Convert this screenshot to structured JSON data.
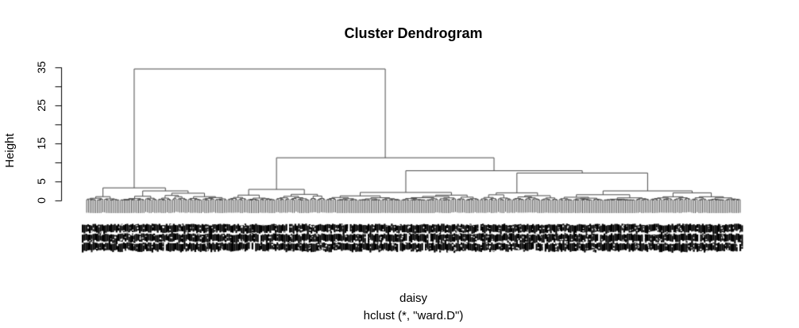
{
  "figure": {
    "background": "#ffffff"
  },
  "chart_data": {
    "type": "dendrogram",
    "title": "Cluster Dendrogram",
    "ylabel": "Height",
    "xlabel_lines": [
      "daisy",
      "hclust (*, \"ward.D\")"
    ],
    "y_axis": {
      "range": [
        0,
        35
      ],
      "ticks": [
        0,
        5,
        10,
        15,
        20,
        25,
        30,
        35
      ],
      "labeled_ticks": [
        0,
        5,
        15,
        25,
        35
      ]
    },
    "root_height": 34.5,
    "leaf_count": 366,
    "hang_units": 3.45,
    "leaf_labels_legible": false,
    "label_band_rows": 3,
    "seed": 42,
    "colors": {
      "background": "#ffffff",
      "lines": "#4a4a4a",
      "axis": "#000000",
      "label_band": "#000000",
      "text": "#000000"
    },
    "tree": {
      "h": 34.5,
      "c": [
        {
          "h": 3.3,
          "c": [
            {
              "leaves": 19,
              "h": 1.0
            },
            {
              "h": 2.5,
              "c": [
                {
                  "leaves": 21,
                  "h": 1.1
                },
                {
                  "leaves": 39,
                  "h": 1.9
                }
              ]
            }
          ]
        },
        {
          "h": 11.2,
          "c": [
            {
              "h": 2.9,
              "c": [
                {
                  "leaves": 27,
                  "h": 1.4
                },
                {
                  "leaves": 28,
                  "h": 1.6
                }
              ]
            },
            {
              "h": 7.8,
              "c": [
                {
                  "h": 2.1,
                  "c": [
                    {
                      "leaves": 42,
                      "h": 1.2
                    },
                    {
                      "leaves": 44,
                      "h": 1.4
                    }
                  ]
                },
                {
                  "h": 7.2,
                  "c": [
                    {
                      "leaves": 44,
                      "h": 2.0
                    },
                    {
                      "h": 2.5,
                      "c": [
                        {
                          "leaves": 51,
                          "h": 1.5
                        },
                        {
                          "leaves": 51,
                          "h": 2.0
                        }
                      ]
                    }
                  ]
                }
              ]
            }
          ]
        }
      ]
    }
  }
}
